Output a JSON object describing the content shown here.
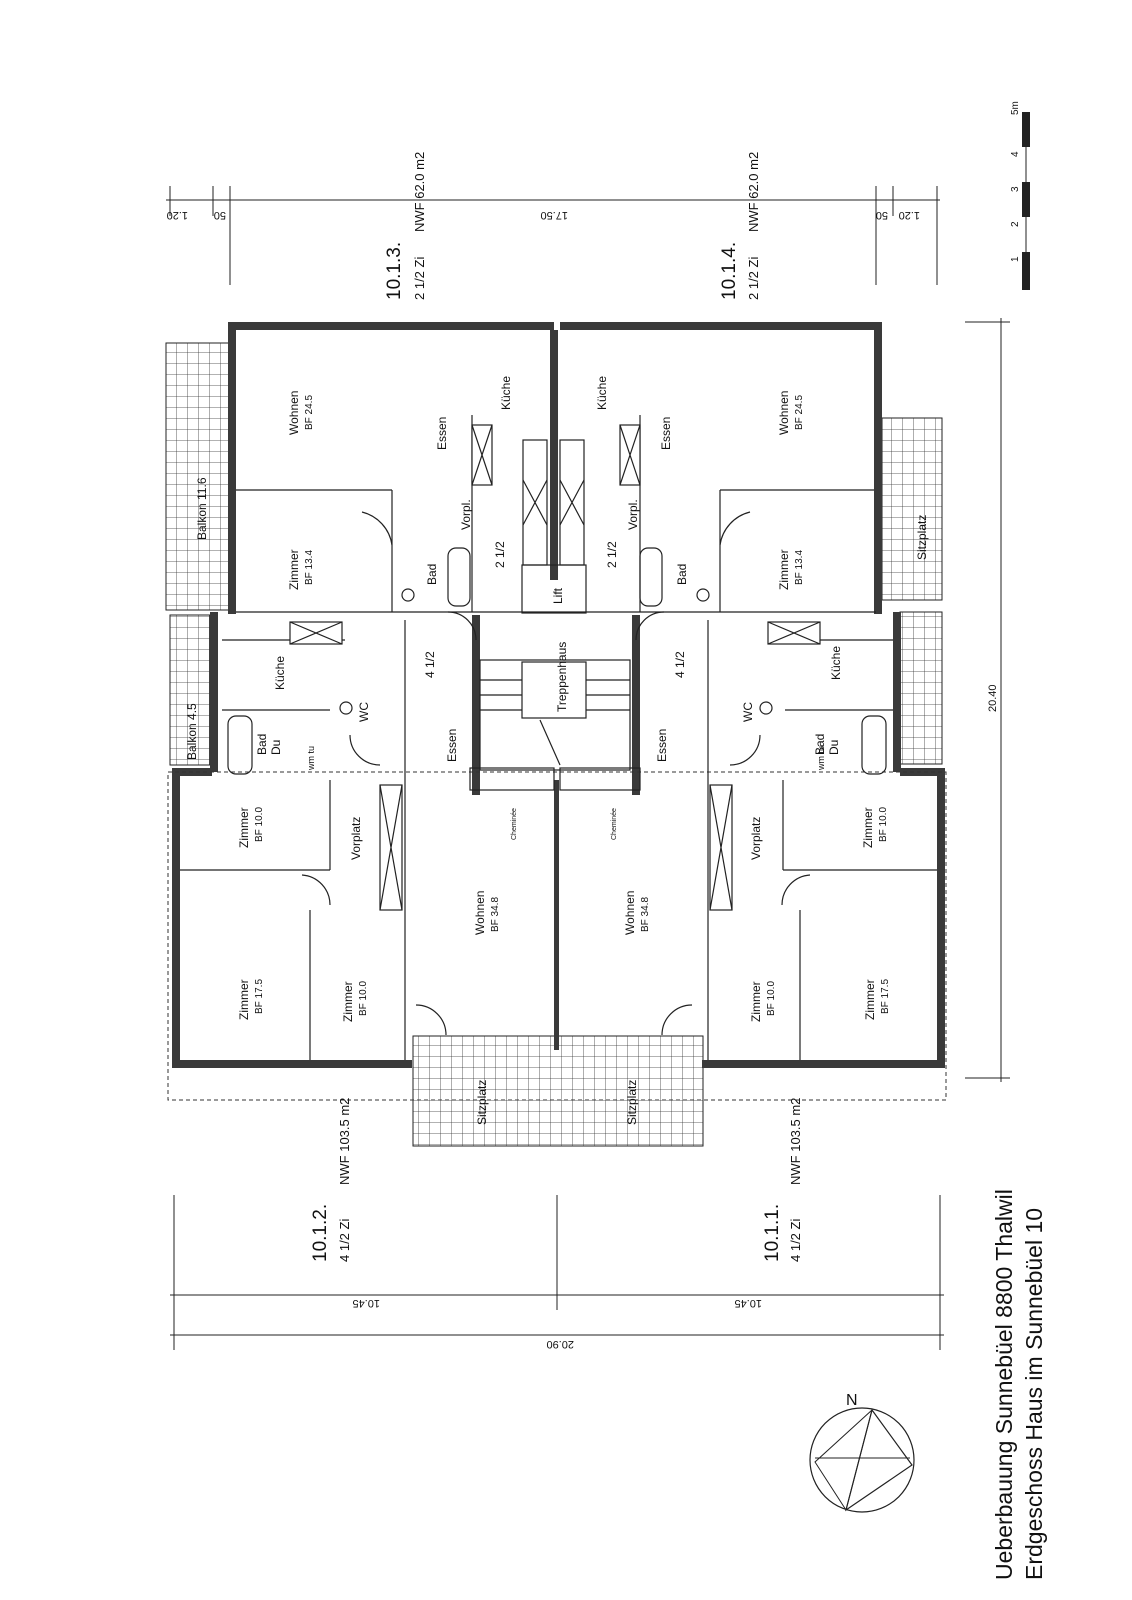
{
  "title": {
    "line1": "Ueberbauung Sunnebüel 8800 Thalwil",
    "line2": "Erdgeschoss Haus im Sunnebüel 10"
  },
  "units": [
    {
      "id": "10.1.3.",
      "rooms": "2 1/2 Zi",
      "area": "NWF  62.0  m2"
    },
    {
      "id": "10.1.4.",
      "rooms": "2 1/2 Zi",
      "area": "NWF  62.0  m2"
    },
    {
      "id": "10.1.2.",
      "rooms": "4 1/2 Zi",
      "area": "NWF  103.5  m2"
    },
    {
      "id": "10.1.1.",
      "rooms": "4 1/2 Zi",
      "area": "NWF  103.5  m2"
    }
  ],
  "dimensions": {
    "top_left_1": "1.20",
    "top_left_2": "50",
    "top_mid": "17.50",
    "top_right_1": "50",
    "top_right_2": "1.20",
    "right_side": "20.40",
    "bottom_left": "10.45",
    "bottom_right": "10.45",
    "bottom_total": "20.90"
  },
  "scale_bar": {
    "unit": "5m",
    "ticks": [
      "1",
      "2",
      "3",
      "4"
    ]
  },
  "compass": {
    "north": "N"
  },
  "rooms": {
    "wohnen_top_left": "Wohnen",
    "wohnen_top_left_bf": "BF 24.5",
    "wohnen_top_right": "Wohnen",
    "wohnen_top_right_bf": "BF 24.5",
    "kueche_tl": "Küche",
    "kueche_tr": "Küche",
    "essen_tl": "Essen",
    "essen_tr": "Essen",
    "vorpl_l": "Vorpl.",
    "vorpl_r": "Vorpl.",
    "zimmer_tl": "Zimmer",
    "zimmer_tl_bf": "BF 13.4",
    "zimmer_tr": "Zimmer",
    "zimmer_tr_bf": "BF 13.4",
    "bad_tl": "Bad",
    "bad_tr": "Bad",
    "tag_21_l": "2 1/2",
    "tag_21_r": "2 1/2",
    "lift": "Lift",
    "treppenhaus": "Treppenhaus",
    "balkon_1": "Balkon  11.6",
    "balkon_2": "Balkon  4.5",
    "sitzplatz_tr": "Sitzplatz",
    "kueche_ml": "Küche",
    "kueche_mr": "Küche",
    "wc_l": "WC",
    "wc_r": "WC",
    "baddu_l_1": "Bad",
    "baddu_l_2": "Du",
    "baddu_r_1": "Bad",
    "baddu_r_2": "Du",
    "wmtu_l": "wm tu",
    "wmtu_r": "wm tu",
    "tag_41_l": "4 1/2",
    "tag_41_r": "4 1/2",
    "essen_ml": "Essen",
    "essen_mr": "Essen",
    "vorplatz_l": "Vorplatz",
    "vorplatz_r": "Vorplatz",
    "cheminee_l": "Cheminée",
    "cheminee_r": "Cheminée",
    "zimmer_bl1": "Zimmer",
    "zimmer_bl1_bf": "BF 10.0",
    "zimmer_br1": "Zimmer",
    "zimmer_br1_bf": "BF 10.0",
    "wohnen_bl": "Wohnen",
    "wohnen_bl_bf": "BF 34.8",
    "wohnen_br": "Wohnen",
    "wohnen_br_bf": "BF 34.8",
    "zimmer_bl2": "Zimmer",
    "zimmer_bl2_bf": "BF 17.5",
    "zimmer_bl3": "Zimmer",
    "zimmer_bl3_bf": "BF 10.0",
    "zimmer_br2": "Zimmer",
    "zimmer_br2_bf": "BF 10.0",
    "zimmer_br3": "Zimmer",
    "zimmer_br3_bf": "BF 17.5",
    "sitzplatz_bl": "Sitzplatz",
    "sitzplatz_br": "Sitzplatz"
  }
}
